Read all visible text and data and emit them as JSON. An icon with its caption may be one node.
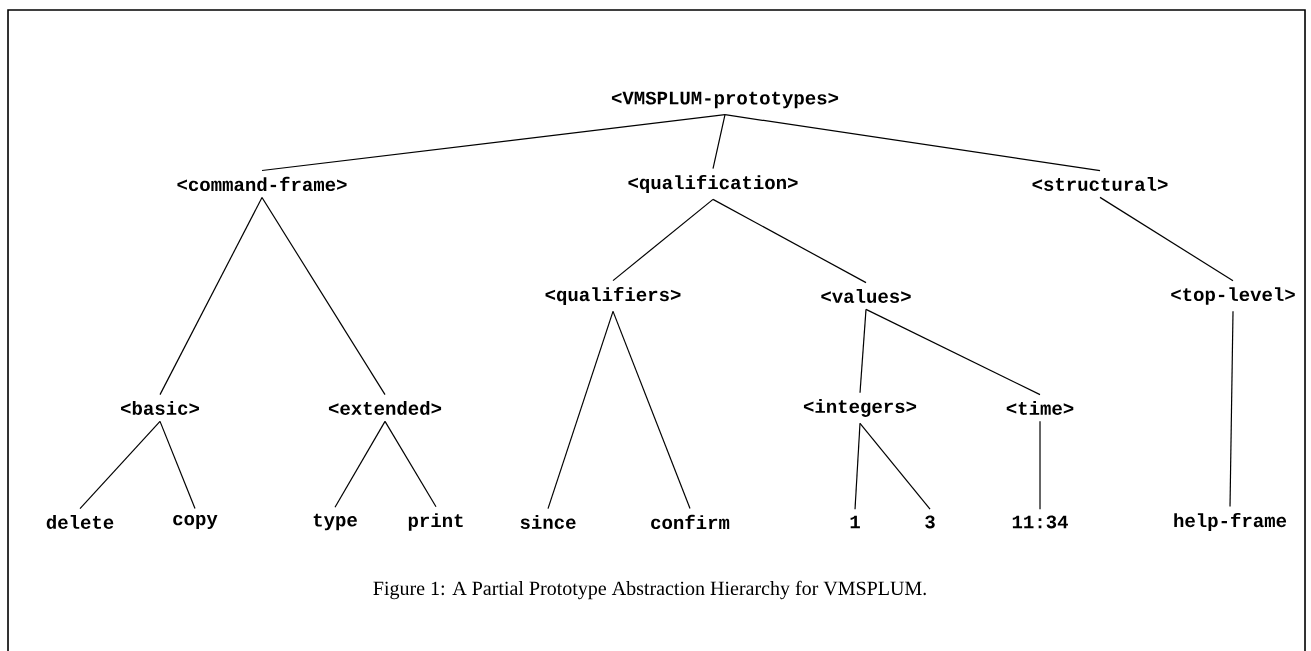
{
  "diagram": {
    "caption": "Figure 1: A Partial Prototype Abstraction Hierarchy for VMSPLUM.",
    "nodes": [
      {
        "text": [
          "<VMSPLUM-prototypes>"
        ]
      },
      {
        "text": [
          "<command-frame>"
        ]
      },
      {
        "text": [
          "<qualification>"
        ]
      },
      {
        "text": [
          "<structural>"
        ]
      },
      {
        "text": [
          "<qualifiers>"
        ]
      },
      {
        "text": [
          "<values>"
        ]
      },
      {
        "text": [
          "<top-level>"
        ]
      },
      {
        "text": [
          "<basic>"
        ]
      },
      {
        "text": [
          "<extended>"
        ]
      },
      {
        "text": [
          "<integers>"
        ]
      },
      {
        "text": [
          "<time>"
        ]
      },
      {
        "text": [
          "delete"
        ]
      },
      {
        "text": [
          "copy"
        ]
      },
      {
        "text": [
          "type"
        ]
      },
      {
        "text": [
          "print"
        ]
      },
      {
        "text": [
          "since"
        ]
      },
      {
        "text": [
          "confirm"
        ]
      },
      {
        "text": [
          "1"
        ]
      },
      {
        "text": [
          "3"
        ]
      },
      {
        "text": [
          "11:34"
        ]
      },
      {
        "text": [
          "help-frame"
        ]
      }
    ],
    "edges": [
      {
        "from": 0,
        "to": 1,
        "arrow": "none"
      },
      {
        "from": 0,
        "to": 2,
        "arrow": "none"
      },
      {
        "from": 0,
        "to": 3,
        "arrow": "none"
      },
      {
        "from": 1,
        "to": 7,
        "arrow": "none"
      },
      {
        "from": 1,
        "to": 8,
        "arrow": "none"
      },
      {
        "from": 2,
        "to": 4,
        "arrow": "none"
      },
      {
        "from": 2,
        "to": 5,
        "arrow": "none"
      },
      {
        "from": 3,
        "to": 6,
        "arrow": "none"
      },
      {
        "from": 7,
        "to": 11,
        "arrow": "none"
      },
      {
        "from": 7,
        "to": 12,
        "arrow": "none"
      },
      {
        "from": 8,
        "to": 13,
        "arrow": "none"
      },
      {
        "from": 8,
        "to": 14,
        "arrow": "none"
      },
      {
        "from": 4,
        "to": 15,
        "arrow": "none"
      },
      {
        "from": 4,
        "to": 16,
        "arrow": "none"
      },
      {
        "from": 5,
        "to": 9,
        "arrow": "none"
      },
      {
        "from": 5,
        "to": 10,
        "arrow": "none"
      },
      {
        "from": 9,
        "to": 17,
        "arrow": "none"
      },
      {
        "from": 9,
        "to": 18,
        "arrow": "none"
      },
      {
        "from": 10,
        "to": 19,
        "arrow": "none"
      },
      {
        "from": 6,
        "to": 20,
        "arrow": "none"
      }
    ]
  }
}
